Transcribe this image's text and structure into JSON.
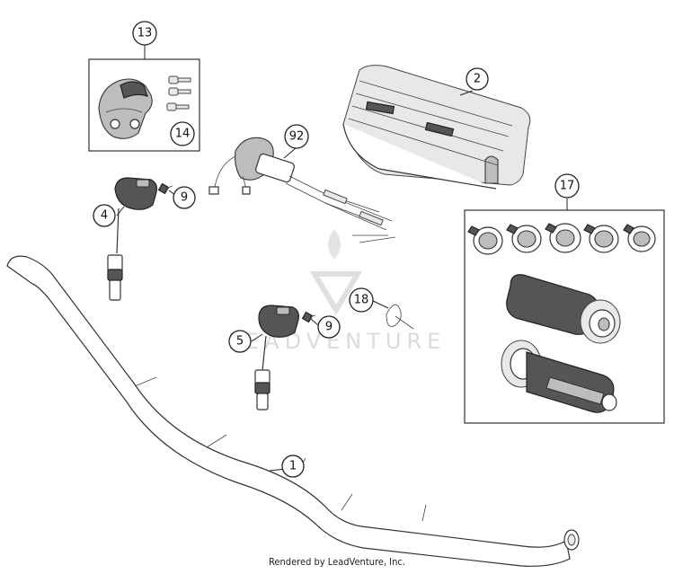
{
  "callouts": {
    "c1": "1",
    "c2": "2",
    "c4": "4",
    "c5": "5",
    "c9a": "9",
    "c9b": "9",
    "c13": "13",
    "c14": "14",
    "c17": "17",
    "c18": "18",
    "c92": "92"
  },
  "watermark": "LEADVENTURE",
  "footer": "Rendered by LeadVenture, Inc."
}
